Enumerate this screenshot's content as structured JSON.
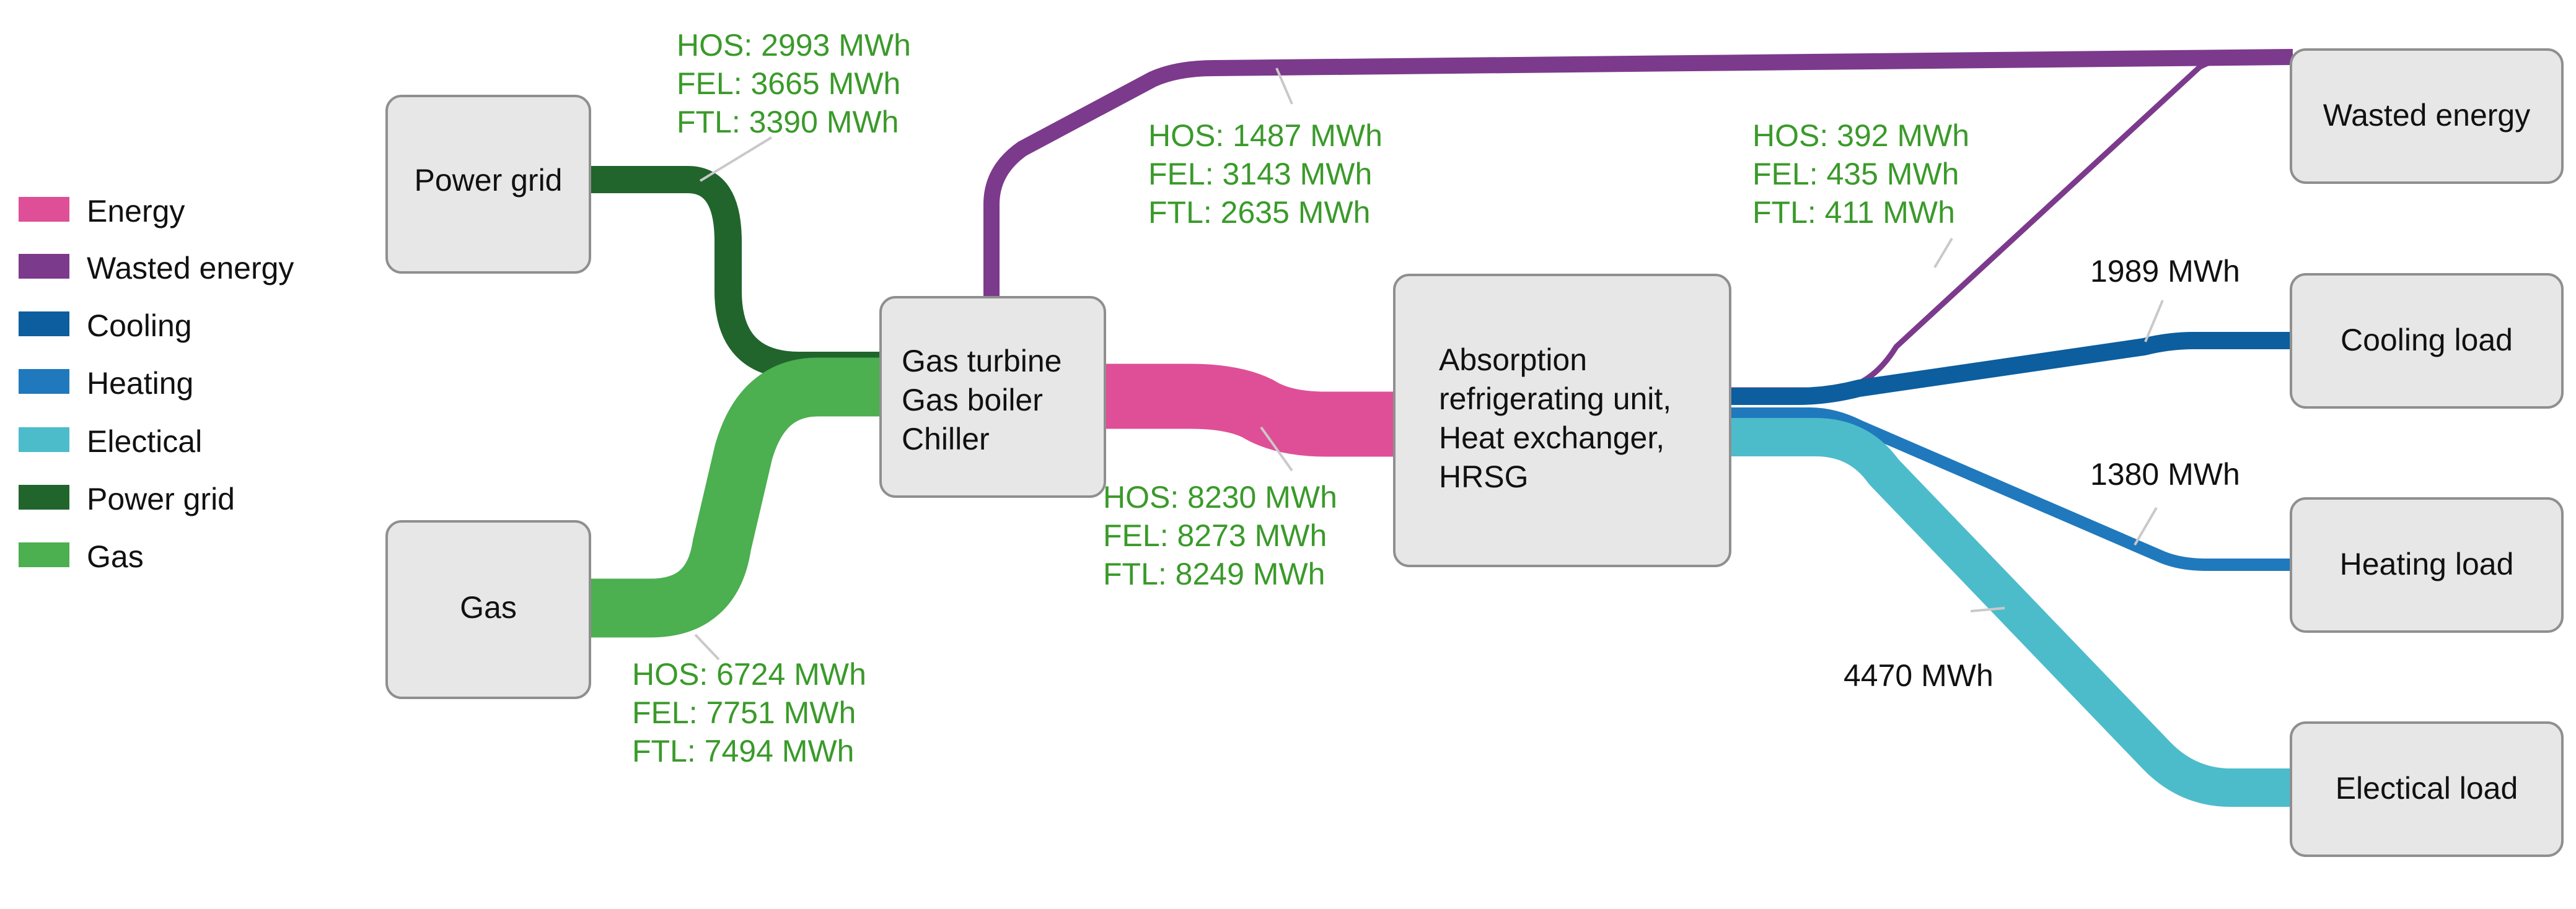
{
  "colors": {
    "energy": "#df4f97",
    "wasted_energy": "#7c3a8c",
    "cooling": "#0c5e9e",
    "heating": "#2079bc",
    "electrical": "#4cbccb",
    "power_grid": "#21652c",
    "gas": "#4caf50",
    "annotation_green": "#3a9a2a"
  },
  "legend": [
    {
      "label": "Energy",
      "color_key": "energy"
    },
    {
      "label": "Wasted energy",
      "color_key": "wasted_energy"
    },
    {
      "label": "Cooling",
      "color_key": "cooling"
    },
    {
      "label": "Heating",
      "color_key": "heating"
    },
    {
      "label": "Electical",
      "color_key": "electrical"
    },
    {
      "label": "Power grid",
      "color_key": "power_grid"
    },
    {
      "label": "Gas",
      "color_key": "gas"
    }
  ],
  "nodes": {
    "power_grid": {
      "lines": [
        "Power grid"
      ]
    },
    "gas": {
      "lines": [
        "Gas"
      ]
    },
    "gas_turbine": {
      "lines": [
        "Gas turbine",
        "Gas boiler",
        "Chiller"
      ]
    },
    "absorption": {
      "lines": [
        "Absorption",
        "refrigerating unit,",
        "Heat exchanger,",
        "HRSG"
      ]
    },
    "wasted": {
      "lines": [
        "Wasted energy"
      ]
    },
    "cooling_load": {
      "lines": [
        "Cooling load"
      ]
    },
    "heating_load": {
      "lines": [
        "Heating load"
      ]
    },
    "electrical_load": {
      "lines": [
        "Electical load"
      ]
    }
  },
  "annotations": {
    "power_grid_flow": [
      "HOS: 2993 MWh",
      "FEL: 3665 MWh",
      "FTL: 3390 MWh"
    ],
    "gas_flow": [
      "HOS: 6724 MWh",
      "FEL: 7751 MWh",
      "FTL: 7494 MWh"
    ],
    "wasted_turbine_flow": [
      "HOS: 1487 MWh",
      "FEL: 3143 MWh",
      "FTL: 2635 MWh"
    ],
    "wasted_absorption_flow": [
      "HOS: 392 MWh",
      "FEL: 435 MWh",
      "FTL: 411 MWh"
    ],
    "energy_flow": [
      "HOS: 8230 MWh",
      "FEL: 8273 MWh",
      "FTL: 8249 MWh"
    ],
    "cooling_flow": [
      "1989 MWh"
    ],
    "heating_flow": [
      "1380 MWh"
    ],
    "electrical_flow": [
      "4470 MWh"
    ]
  }
}
